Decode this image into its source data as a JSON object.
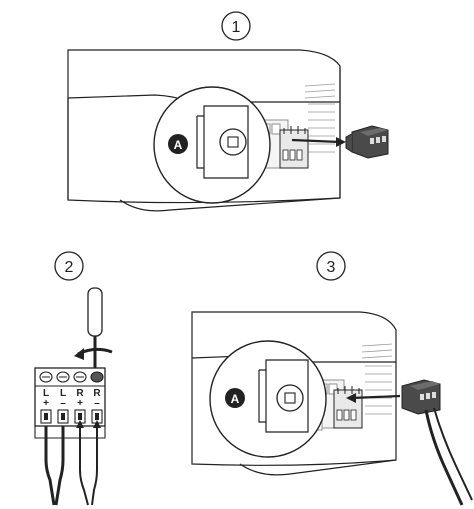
{
  "steps": [
    {
      "number": "1"
    },
    {
      "number": "2"
    },
    {
      "number": "3"
    }
  ],
  "callout_label": "A",
  "terminal_labels": [
    {
      "channel": "L",
      "polarity": "+"
    },
    {
      "channel": "L",
      "polarity": "–"
    },
    {
      "channel": "R",
      "polarity": "+"
    },
    {
      "channel": "R",
      "polarity": "–"
    }
  ],
  "colors": {
    "line": "#222222",
    "fill": "#ffffff",
    "panel": "#f2f2f2",
    "green": "#5c7a4a"
  }
}
